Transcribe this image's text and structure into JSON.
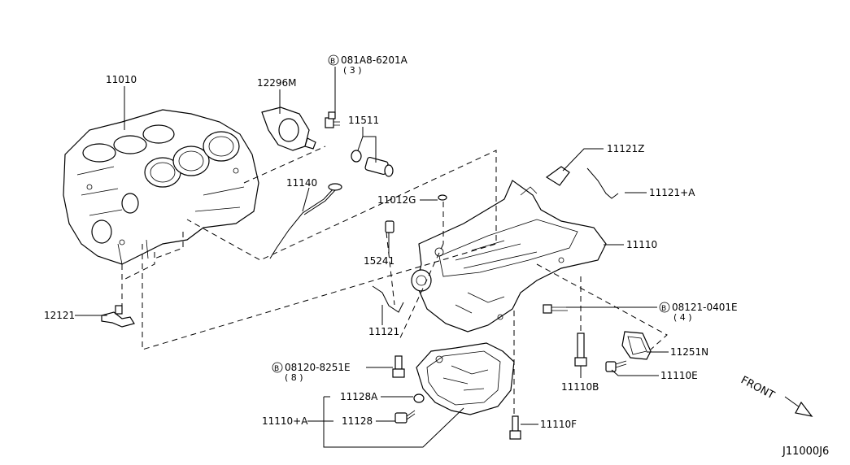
{
  "diagram_id": "J11000J6",
  "front_label": "FRONT",
  "bolt_marker": "B",
  "parts": {
    "p11010": "11010",
    "p12296M": "12296M",
    "p081A8": "081A8-6201A",
    "p081A8_qty": "( 3 )",
    "p11511": "11511",
    "p11121Z": "11121Z",
    "p11121A": "11121+A",
    "p11140": "11140",
    "p11012G": "11012G",
    "p11110": "11110",
    "p15241": "15241",
    "p12121": "12121",
    "p11121": "11121",
    "p08121": "08121-0401E",
    "p08121_qty": "( 4 )",
    "p11251N": "11251N",
    "p08120": "08120-8251E",
    "p08120_qty": "( 8 )",
    "p11110B": "11110B",
    "p11110E": "11110E",
    "p11128A": "11128A",
    "p11110A": "11110+A",
    "p11128": "11128",
    "p11110F": "11110F"
  }
}
